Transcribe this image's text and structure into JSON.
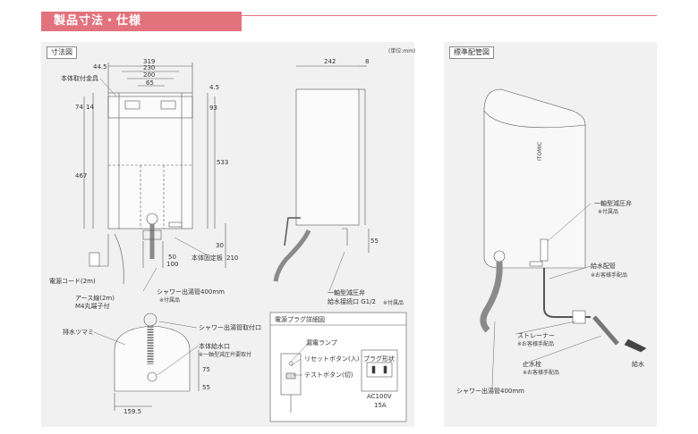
{
  "header": {
    "title": "製品寸法・仕様"
  },
  "left_panel": {
    "label": "寸法図",
    "unit": "(単位:mm)",
    "top_dims": [
      "319",
      "230",
      "200",
      "65"
    ],
    "left_dims": [
      "44.5",
      "74",
      "14",
      "467"
    ],
    "right_dims": [
      "4.5",
      "93",
      "533",
      "30",
      "210"
    ],
    "bottom_dims": [
      "50",
      "100",
      "159.5"
    ],
    "small_dims": [
      "75",
      "55"
    ],
    "side_dims": [
      "242",
      "8",
      "55"
    ],
    "labels": {
      "mount_bracket": "本体取付金具",
      "fixing_plate": "本体固定板",
      "power_cord": "電源コード(2m)",
      "earth_wire": "アース線(2m)",
      "m4_terminal": "M4丸端子付",
      "shower_pipe": "シャワー出湯管400mm",
      "accessory1": "※付属品",
      "single_valve": "一軸型減圧弁",
      "supply_conn": "給水接続口 G1/2",
      "accessory2": "※付属品",
      "drain_knob": "排水ツマミ",
      "shower_port": "シャワー出湯管取付口",
      "inlet": "本体給水口",
      "valve_note": "※一軸型減圧弁要取付"
    },
    "plug": {
      "title": "電源プラグ詳細図",
      "lamp": "漏電ランプ",
      "reset": "リセットボタン(入)",
      "test": "テストボタン(切)",
      "shape_title": "プラグ形状",
      "voltage": "AC100V",
      "current": "15A"
    }
  },
  "right_panel": {
    "label": "標準配管図",
    "brand": "ITOMIC",
    "labels": {
      "valve": "一軸型減圧弁",
      "valve_note": "※付属品",
      "supply_pipe": "給水配管",
      "supply_note": "※お客様手配品",
      "strainer": "ストレーナー",
      "strainer_note": "※お客様手配品",
      "stop_valve": "止水栓",
      "stop_note": "※お客様手配品",
      "water_in": "給水",
      "shower": "シャワー出湯管400mm"
    }
  },
  "colors": {
    "accent": "#e2737d",
    "panel": "#f1f1f1"
  }
}
